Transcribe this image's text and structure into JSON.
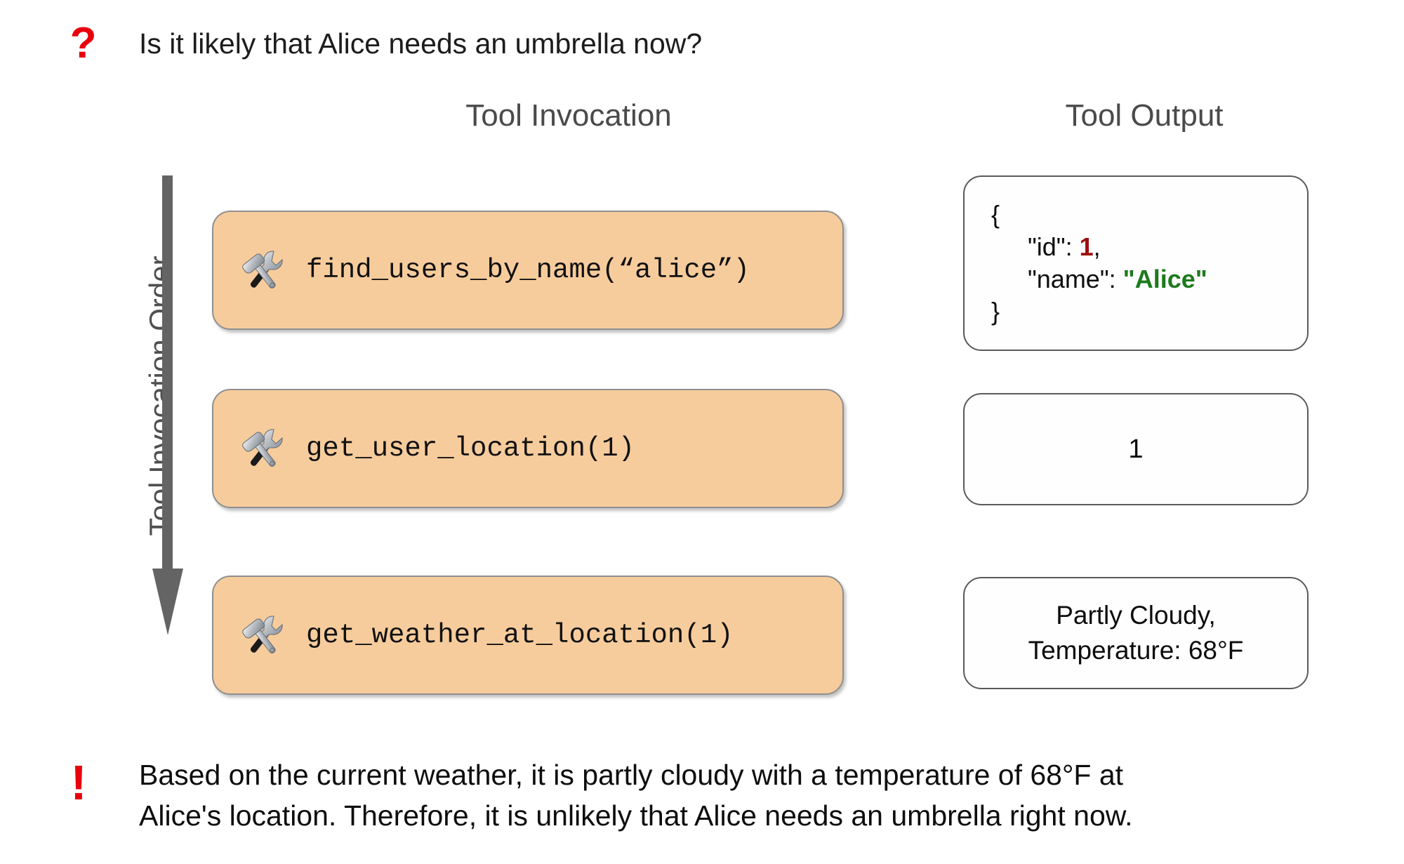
{
  "question": {
    "marker": "?",
    "marker_icon": "question-mark-icon",
    "text": "Is it likely that Alice needs an umbrella now?",
    "marker_color": "#e8000d"
  },
  "columns": {
    "invocation_header": "Tool Invocation",
    "output_header": "Tool Output",
    "header_color": "#4a4a4a"
  },
  "axis": {
    "label": "Tool Invocation Order",
    "direction": "downward",
    "color": "#646464"
  },
  "style": {
    "card_fill": "#f7cc9c",
    "card_border": "#8f8f8f",
    "box_border": "#5a5a5a",
    "json_number_color": "#9e0d0d",
    "json_string_color": "#1d7a1d"
  },
  "rows": [
    {
      "icon": "hammer-and-wrench-icon",
      "call": "find_users_by_name(“alice”)",
      "output_type": "json",
      "output": {
        "open_brace": "{",
        "line_id_key": "\"id\": ",
        "line_id_value": "1",
        "line_id_suffix": ",",
        "line_name_key": "\"name\": ",
        "line_name_value": "\"Alice\"",
        "close_brace": "}"
      }
    },
    {
      "icon": "hammer-and-wrench-icon",
      "call": "get_user_location(1)",
      "output_type": "plain",
      "output_text": "1"
    },
    {
      "icon": "hammer-and-wrench-icon",
      "call": "get_weather_at_location(1)",
      "output_type": "plain",
      "output_text": "Partly Cloudy,\nTemperature: 68°F"
    }
  ],
  "answer": {
    "marker": "!",
    "marker_icon": "exclamation-mark-icon",
    "text": "Based on the current weather, it is partly cloudy with a temperature of 68°F at\nAlice's location. Therefore, it is unlikely that Alice needs an umbrella right now.",
    "marker_color": "#e8000d"
  }
}
